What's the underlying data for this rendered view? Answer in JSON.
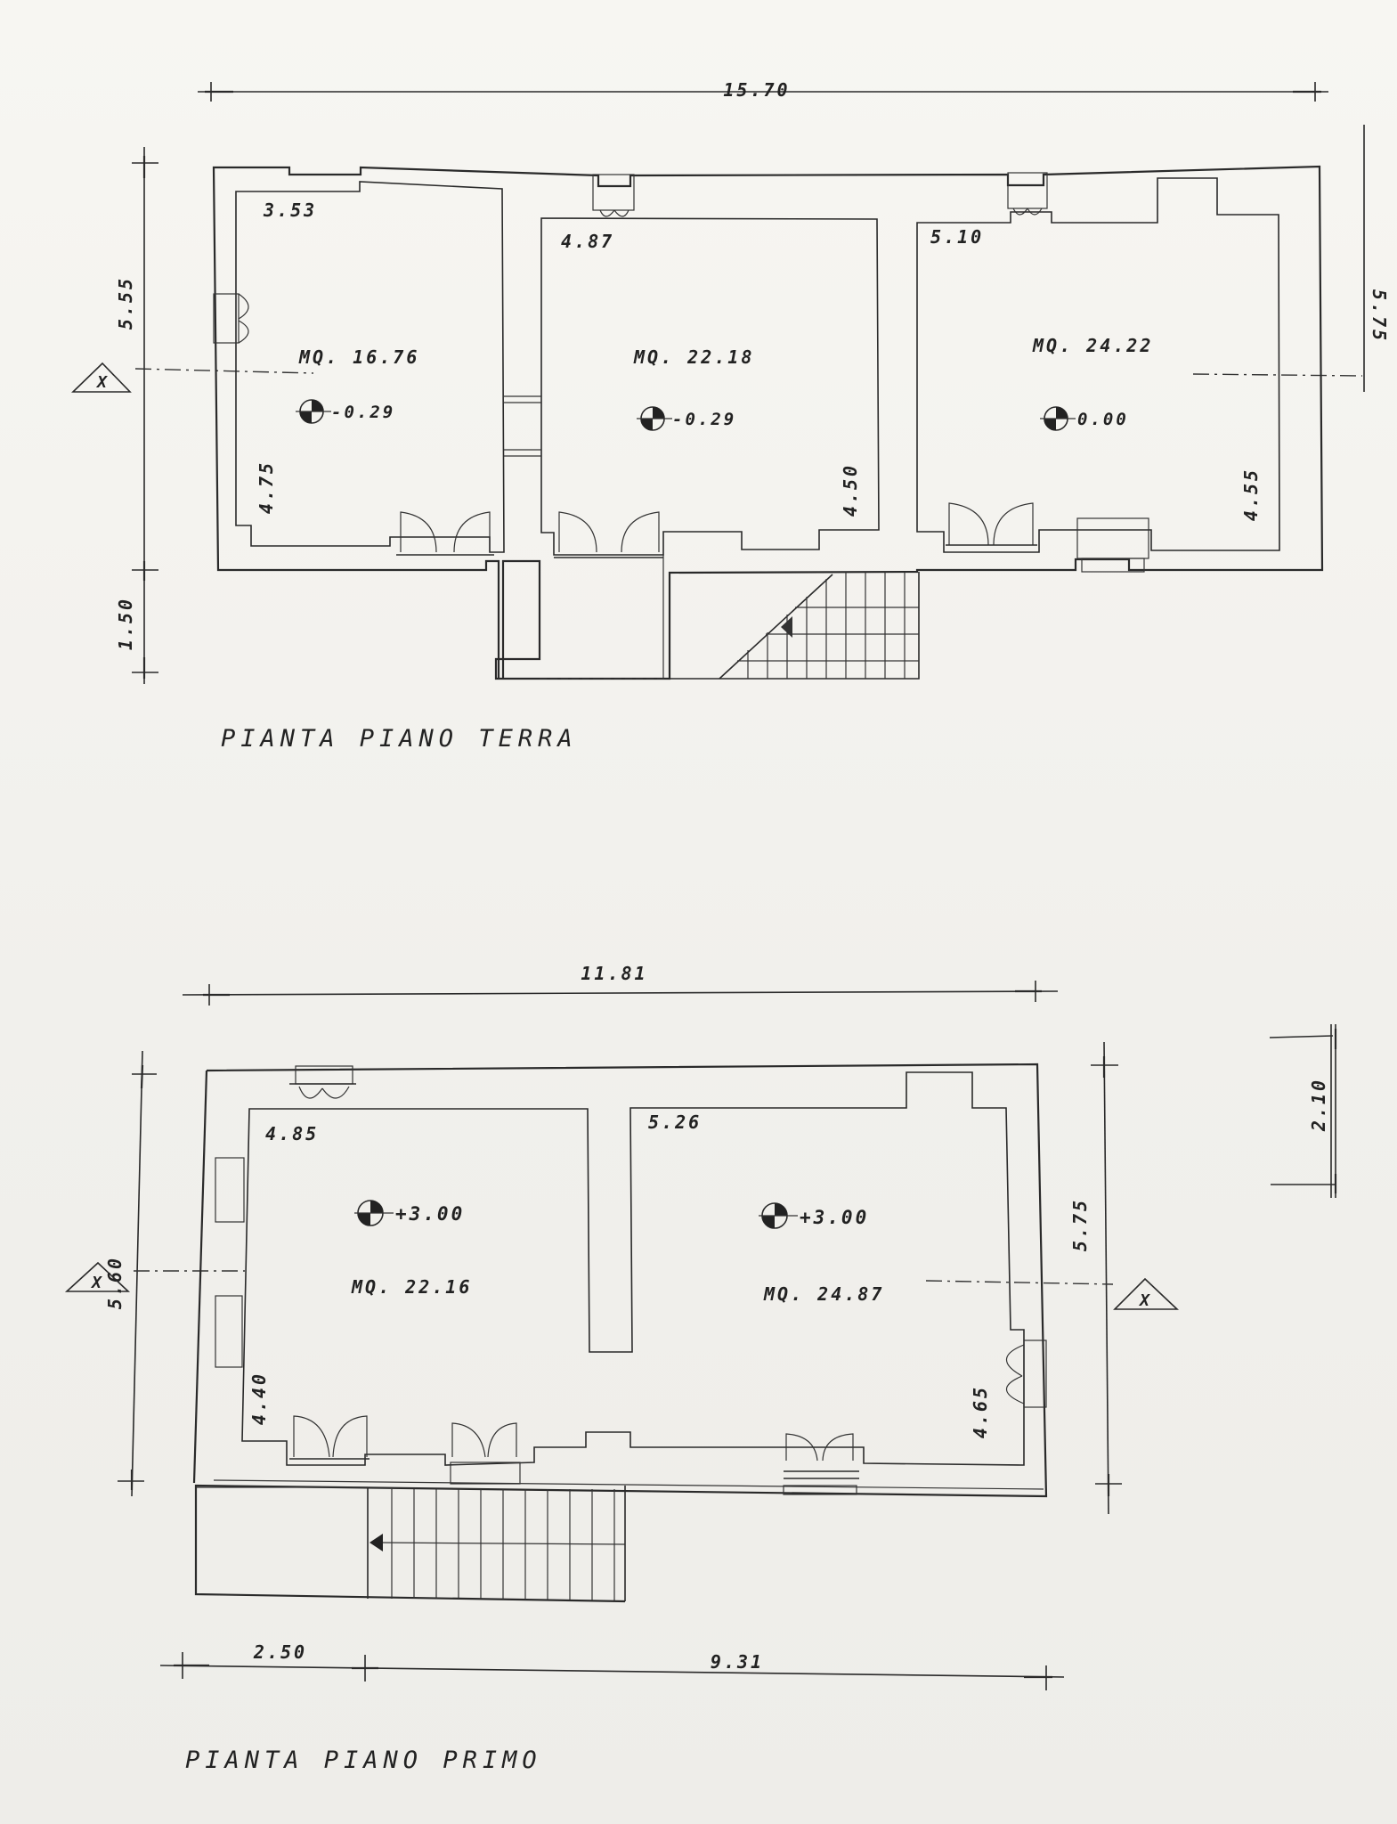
{
  "ground_floor": {
    "title": "PIANTA PIANO TERRA",
    "section_mark": "X",
    "dims": {
      "width": "15.70",
      "depth_left": "5.55",
      "porch_depth": "1.50",
      "depth_right": "5.75"
    },
    "rooms": [
      {
        "width": "3.53",
        "area": "MQ. 16.76",
        "level": "-0.29",
        "depth": "4.75"
      },
      {
        "width": "4.87",
        "area": "MQ. 22.18",
        "level": "-0.29",
        "depth": "4.50"
      },
      {
        "width": "5.10",
        "area": "MQ. 24.22",
        "level": "0.00",
        "depth": "4.55"
      }
    ]
  },
  "first_floor": {
    "title": "PIANTA PIANO PRIMO",
    "section_mark": "X",
    "dims": {
      "width": "11.81",
      "depth_left": "5.60",
      "depth_right": "5.75",
      "ceiling_height": "2.10",
      "bottom_left": "2.50",
      "bottom_right": "9.31"
    },
    "rooms": [
      {
        "width": "4.85",
        "area": "MQ. 22.16",
        "level": "+3.00",
        "depth": "4.40"
      },
      {
        "width": "5.26",
        "area": "MQ. 24.87",
        "level": "+3.00",
        "depth": "4.65"
      }
    ]
  }
}
